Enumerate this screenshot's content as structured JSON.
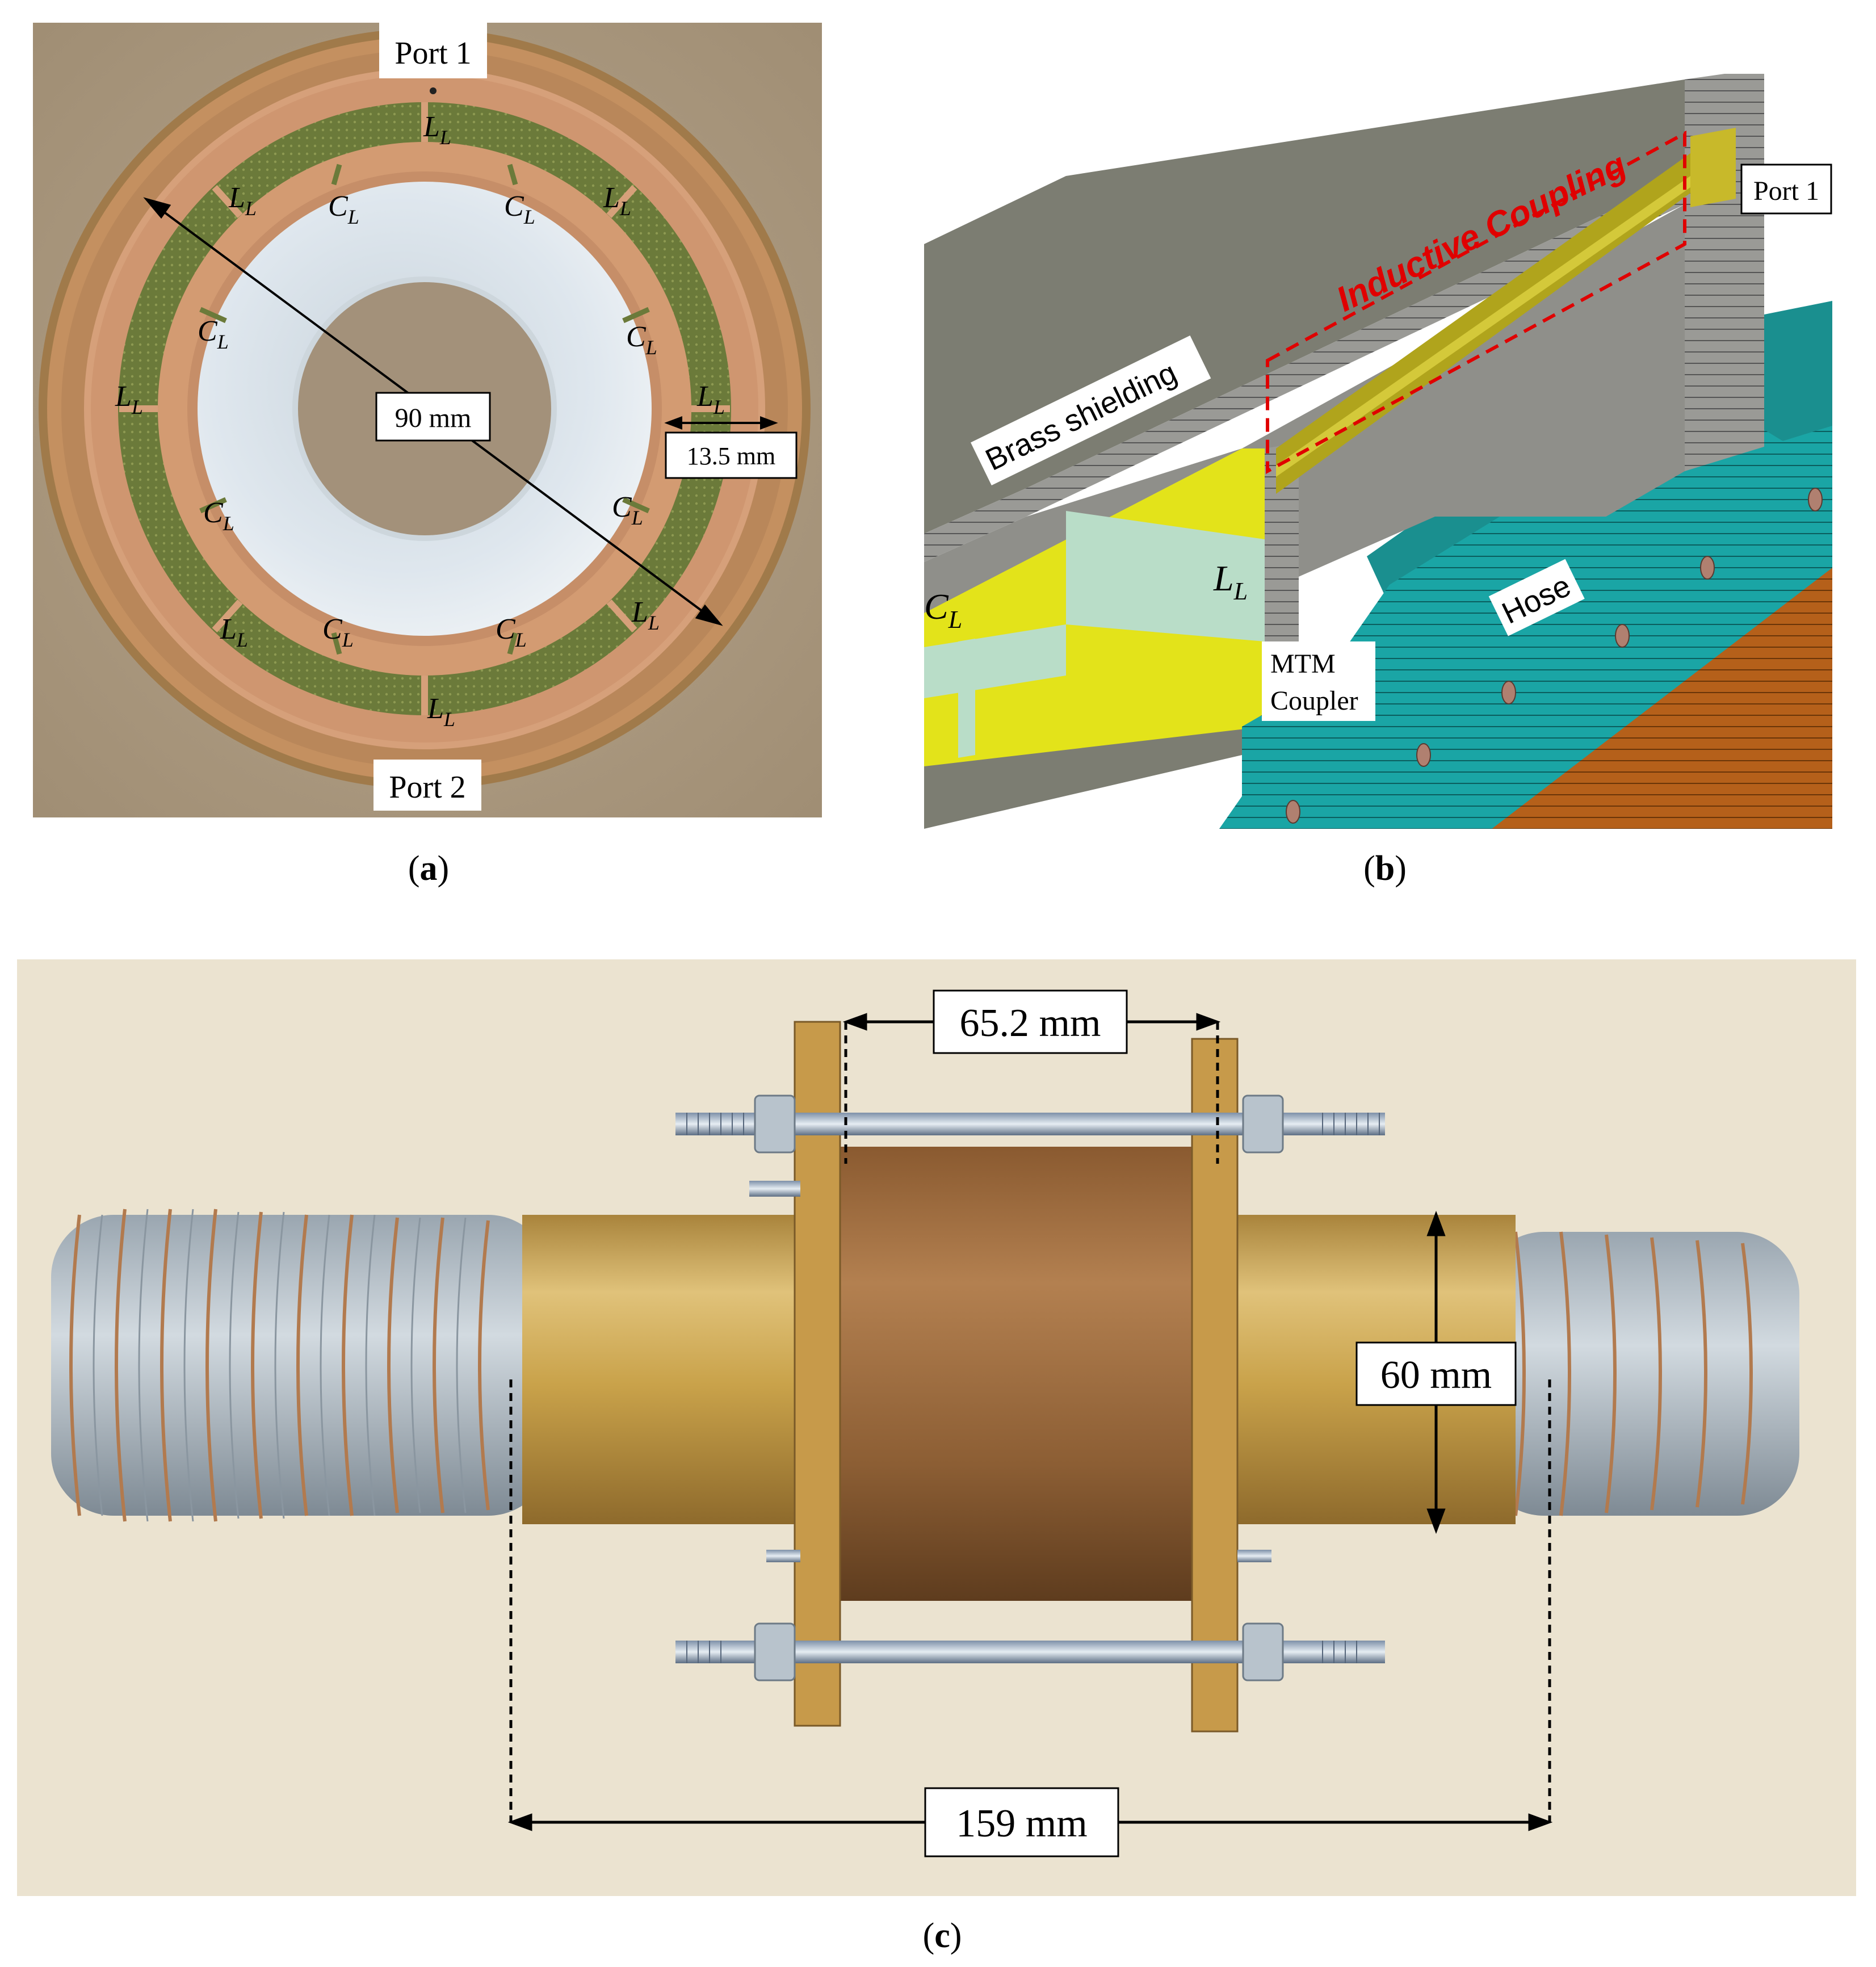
{
  "panel_a": {
    "caption_letter": "a",
    "port_top": "Port 1",
    "port_bottom": "Port 2",
    "diameter": "90 mm",
    "width": "13.5 mm",
    "inductor_main": "L",
    "capacitor_main": "C",
    "subscript": "L"
  },
  "panel_b": {
    "caption_letter": "b",
    "port": "Port 1",
    "coupling": "Inductive Coupling",
    "shielding": "Brass shielding",
    "hose": "Hose",
    "coupler_line1": "MTM",
    "coupler_line2": "Coupler",
    "inductor_main": "L",
    "capacitor_main": "C",
    "subscript": "L"
  },
  "panel_c": {
    "caption_letter": "c",
    "gap": "65.2 mm",
    "outer_diameter": "60 mm",
    "length": "159 mm"
  },
  "colors": {
    "copper": "#c8875a",
    "fr4_green": "#6b7a3a",
    "brass": "#c9a24a",
    "ptfe": "#dfe6ec",
    "teal": "#1a9a9a",
    "red_dash": "#e00000"
  }
}
